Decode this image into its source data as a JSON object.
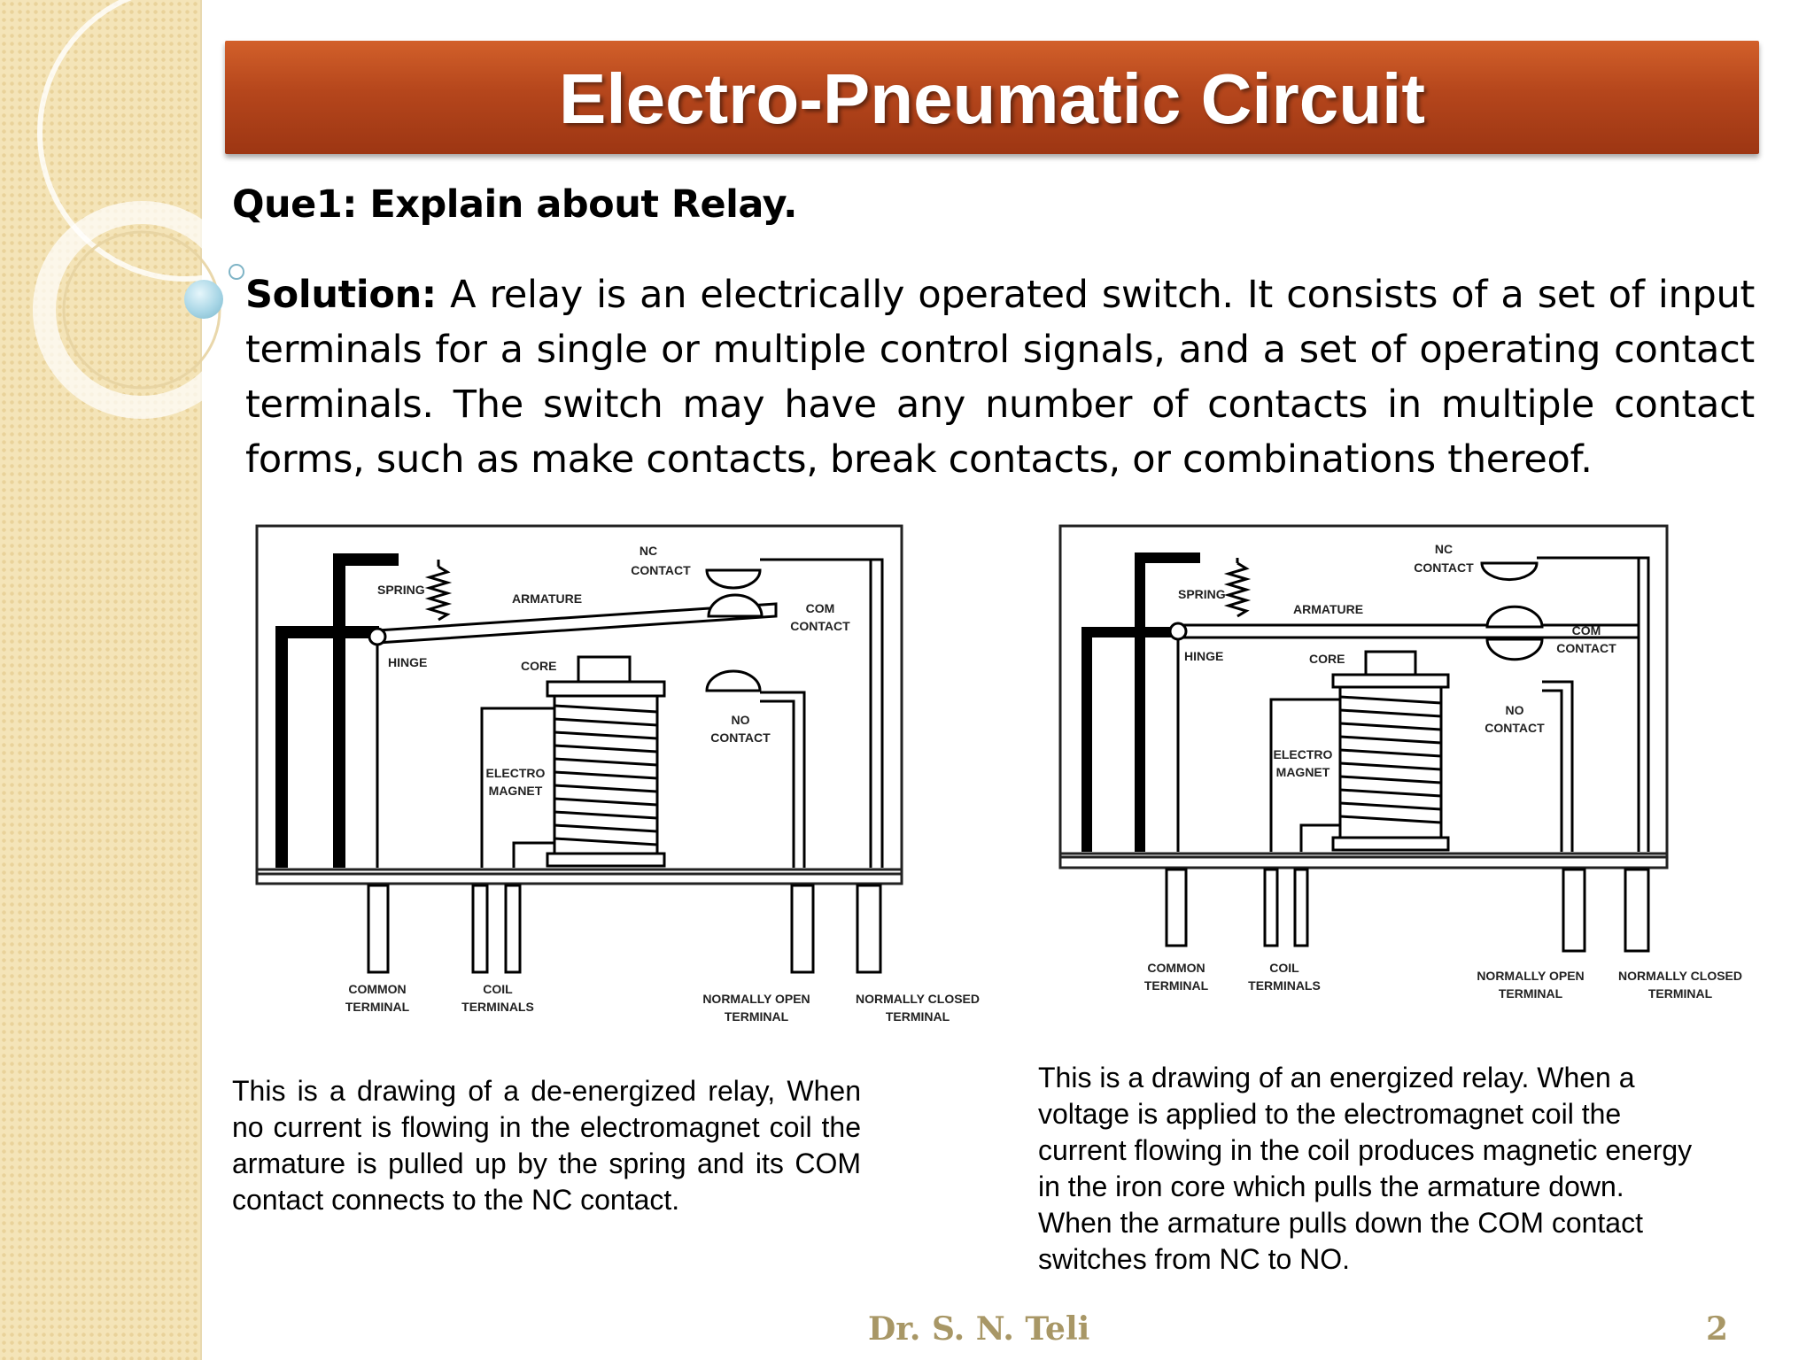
{
  "slide": {
    "title": "Electro-Pneumatic Circuit",
    "question": "Que1: Explain about Relay.",
    "solution_label": "Solution:",
    "solution_text": "A relay is an  electrically operated switch. It consists of a set of input terminals for a single or multiple control signals, and a set of operating contact terminals. The switch may have any number of contacts in multiple contact forms, such as make contacts, break contacts, or combinations thereof.",
    "footer_author": "Dr.  S. N. Teli",
    "footer_page": "2"
  },
  "diagram_labels": {
    "spring": "SPRING",
    "armature": "ARMATURE",
    "nc_contact_1": "NC",
    "nc_contact_2": "CONTACT",
    "com_contact_1": "COM",
    "com_contact_2": "CONTACT",
    "no_contact_1": "NO",
    "no_contact_2": "CONTACT",
    "hinge": "HINGE",
    "core": "CORE",
    "electro_1": "ELECTRO",
    "electro_2": "MAGNET",
    "common_1": "COMMON",
    "common_2": "TERMINAL",
    "coil_1": "COIL",
    "coil_2": "TERMINALS",
    "nopen_1": "NORMALLY OPEN",
    "nopen_2": "TERMINAL",
    "nclosed_1": "NORMALLY CLOSED",
    "nclosed_2": "TERMINAL"
  },
  "captions": {
    "deenergized": "This is a drawing of a de-energized relay, When no current is flowing in the electromagnet coil the armature is pulled up by the spring and its COM contact connects to the NC contact.",
    "energized": "This is a drawing of an energized relay. When a voltage is applied to the electromagnet coil the current flowing in the coil produces magnetic energy in the iron core which pulls the armature down. When the armature pulls down the COM contact switches from NC to NO."
  }
}
